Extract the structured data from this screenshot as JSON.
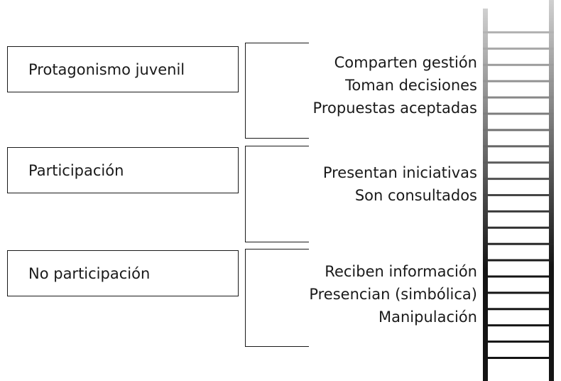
{
  "levels": [
    {
      "label": "Protagonismo juvenil",
      "items": [
        "Comparten gestión",
        "Toman decisiones",
        "Propuestas aceptadas"
      ]
    },
    {
      "label": "Participación",
      "items": [
        "Presentan iniciativas",
        "Son consultados"
      ]
    },
    {
      "label": "No participación",
      "items": [
        "Reciben información",
        "Presencian (simbólica)",
        "Manipulación"
      ]
    }
  ],
  "ladder": {
    "rungs": 21,
    "color_top": "#d0d0d0",
    "color_bottom": "#141414"
  }
}
